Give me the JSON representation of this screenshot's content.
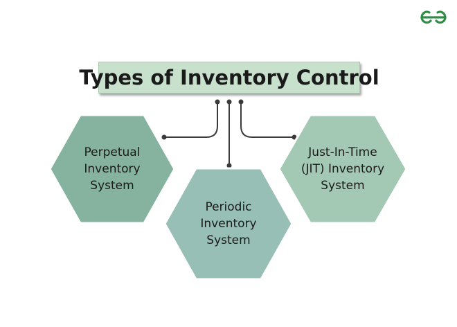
{
  "logo": {
    "icon": "geeksforgeeks-logo-icon",
    "color": "#2f8d46"
  },
  "title": "Types of Inventory Control",
  "colors": {
    "title_bg": "#c7e1cc",
    "hex_dark": "#86b39f",
    "hex_mid": "#97bfb5",
    "hex_light": "#a3c8b4",
    "hex_border": "#ffffff",
    "connector": "#3a3a3a"
  },
  "nodes": [
    {
      "line1": "Perpetual",
      "line2": "Inventory",
      "line3": "System"
    },
    {
      "line1": "Periodic",
      "line2": "Inventory",
      "line3": "System"
    },
    {
      "line1": "Just-In-Time",
      "line2": "(JIT) Inventory",
      "line3": "System"
    }
  ]
}
